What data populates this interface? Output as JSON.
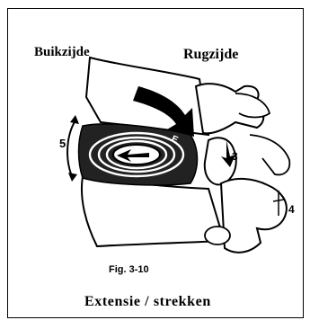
{
  "figure": {
    "ventral_label": "Buikzijde",
    "dorsal_label": "Rugzijde",
    "label_5": "5",
    "label_3": "3",
    "label_4": "4",
    "arrow_letter": "E",
    "fig_number": "Fig. 3-10",
    "caption": "Extensie / strekken"
  },
  "colors": {
    "ink": "#000000",
    "background": "#ffffff"
  }
}
